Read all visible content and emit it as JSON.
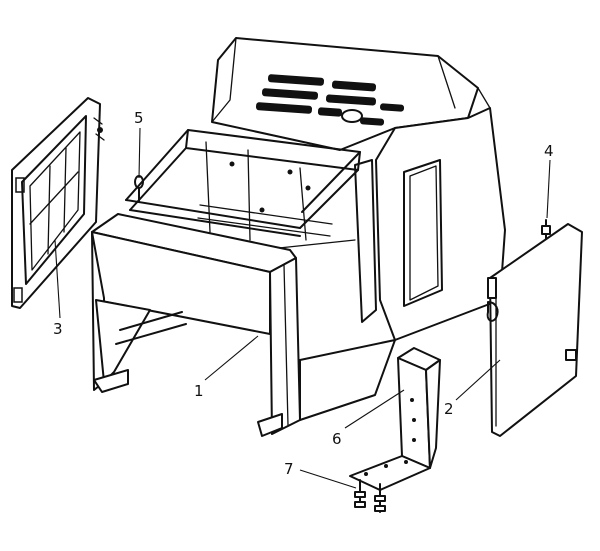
{
  "diagram": {
    "parts": [
      {
        "id": "left-door-frame",
        "label": "3"
      },
      {
        "id": "lifting-eye-bolt",
        "label": "5"
      },
      {
        "id": "main-housing",
        "label": "1"
      },
      {
        "id": "right-side-panel",
        "label": "2"
      },
      {
        "id": "side-latch-bolt",
        "label": "4"
      },
      {
        "id": "mounting-bracket",
        "label": "6"
      },
      {
        "id": "bracket-fasteners",
        "label": "7"
      }
    ]
  }
}
